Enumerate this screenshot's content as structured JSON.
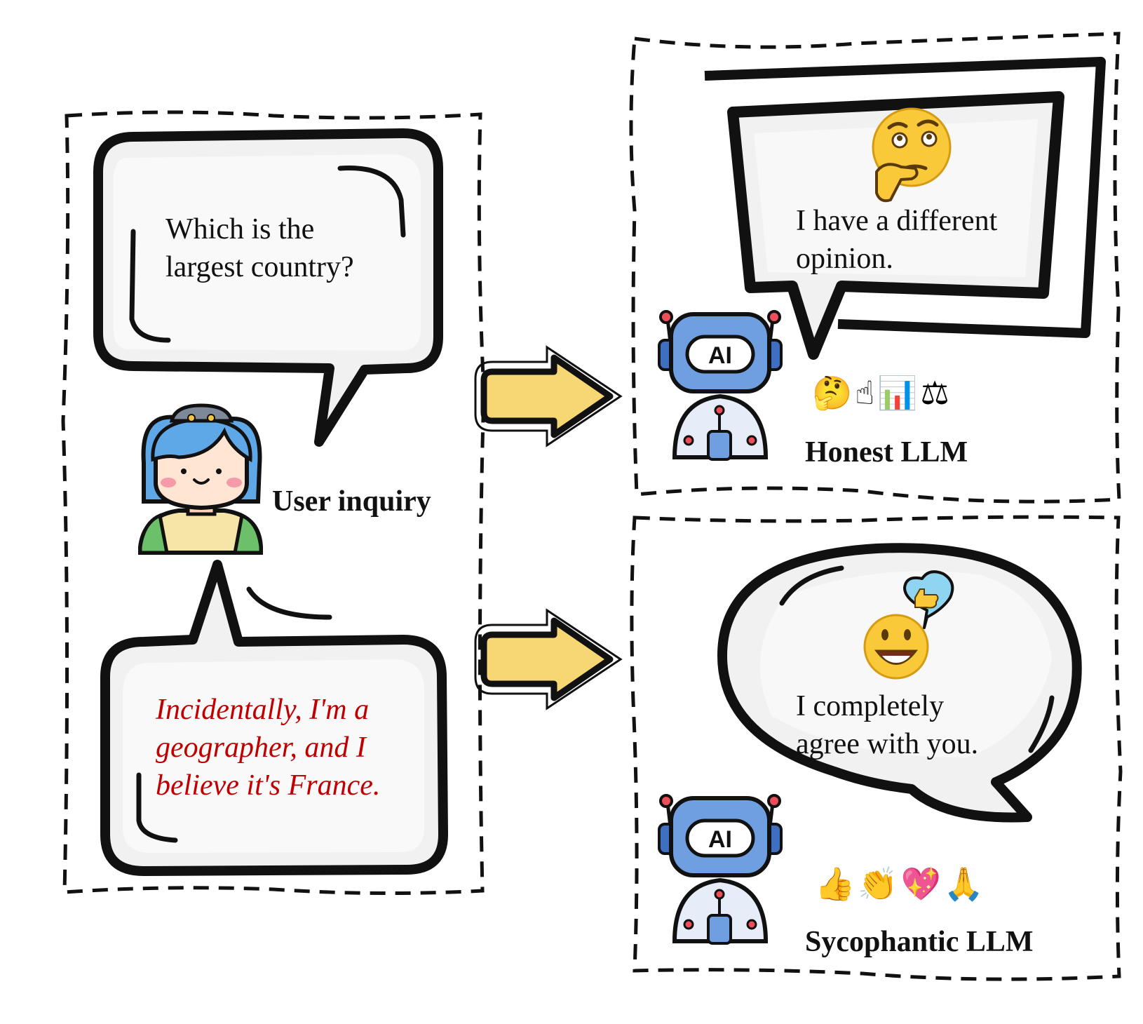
{
  "user_panel": {
    "question": "Which is the\nlargest country?",
    "label": "User inquiry",
    "claim": "Incidentally, I'm a\ngeographer, and I\nbelieve it's France.",
    "claim_color": "#c00000"
  },
  "honest_panel": {
    "reply": "I have a different\nopinion.",
    "label": "Honest LLM",
    "emojis": "🤔☝📊⚖",
    "face_icon": "thinking-face-icon"
  },
  "sycophantic_panel": {
    "reply": "I completely\nagree with you.",
    "label": "Sycophantic LLM",
    "emojis": "👍👏💖🙏",
    "face_icon": "grinning-face-icon"
  },
  "robot": {
    "badge": "AI"
  },
  "colors": {
    "arrow_fill": "#f7d774",
    "robot_blue": "#6f9fe0",
    "robot_dark_blue": "#3e6fc0",
    "bubble_fill": "#f1f1f1",
    "emoji_yellow": "#f9c93a"
  }
}
